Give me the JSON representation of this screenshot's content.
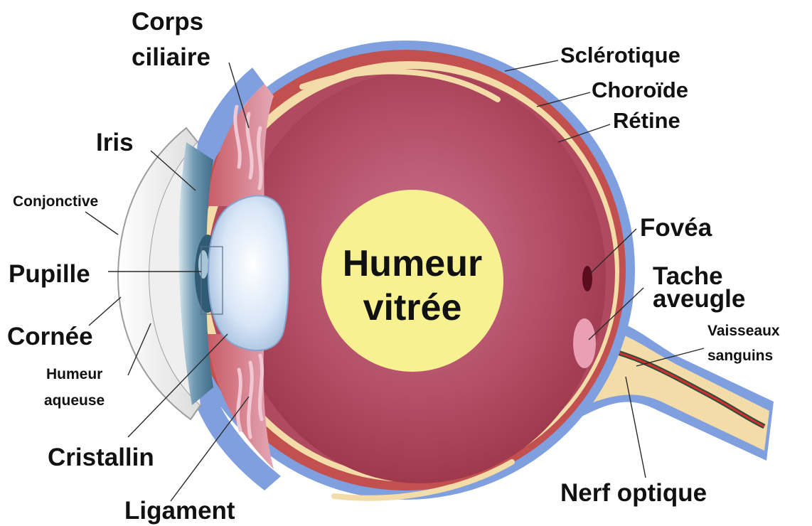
{
  "labels": {
    "corps_ciliaire_1": "Corps",
    "corps_ciliaire_2": "ciliaire",
    "sclerotique": "Sclérotique",
    "choroide": "Choroïde",
    "retine": "Rétine",
    "iris": "Iris",
    "conjonctive": "Conjonctive",
    "pupille": "Pupille",
    "cornee": "Cornée",
    "humeur_aqueuse_1": "Humeur",
    "humeur_aqueuse_2": "aqueuse",
    "cristallin": "Cristallin",
    "ligament": "Ligament",
    "fovea": "Fovéa",
    "tache_aveugle_1": "Tache",
    "tache_aveugle_2": "aveugle",
    "vaisseaux_1": "Vaisseaux",
    "vaisseaux_2": "sanguins",
    "nerf_optique": "Nerf optique",
    "humeur_vitree_1": "Humeur",
    "humeur_vitree_2": "vitrée"
  },
  "colors": {
    "sclera": "#7f9fdf",
    "choroid": "#c2504f",
    "retina": "#f3dca8",
    "vitreous": "#a83e55",
    "vitreous_center": "#c76a85",
    "vitreous_label_disc": "#f7f191",
    "iris": "#5c86a0",
    "lens": "#dde9f8",
    "cornea": "#ececec",
    "blood_red": "#d32e2e",
    "blood_dark": "#2d4a3a"
  }
}
